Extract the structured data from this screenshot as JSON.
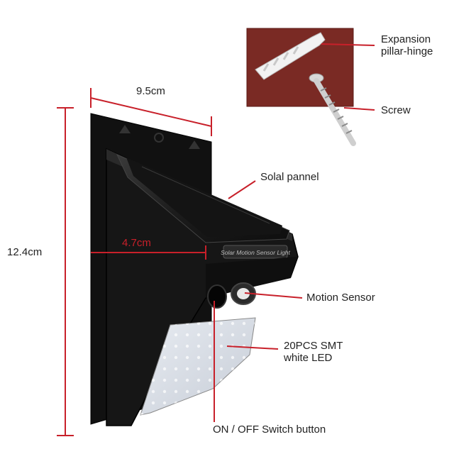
{
  "dimensions": {
    "width": "9.5cm",
    "height": "12.4cm",
    "depth": "4.7cm"
  },
  "callouts": {
    "expansion": [
      "Expansion",
      "pillar-hinge"
    ],
    "screw": "Screw",
    "solar_panel": "Solal pannel",
    "motion_sensor": "Motion Sensor",
    "led": [
      "20PCS SMT",
      "white LED"
    ],
    "switch": "ON / OFF Switch button"
  },
  "product_label": "Solar Motion Sensor Light",
  "colors": {
    "callout_line": "#c8202a",
    "body": "#1a1a1a",
    "board": "#7a2a24"
  }
}
